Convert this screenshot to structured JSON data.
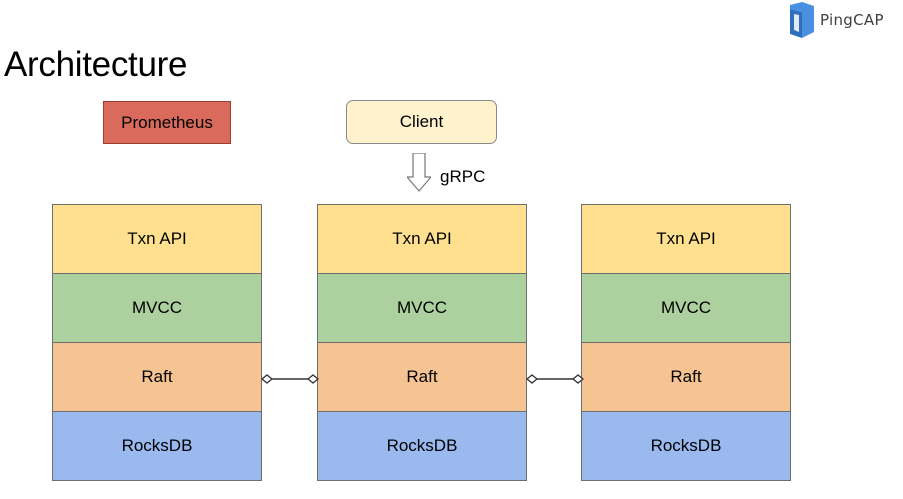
{
  "slide": {
    "title": "Architecture"
  },
  "logo": {
    "text": "PingCAP",
    "icon": "pingcap-logo-icon",
    "color": "#4a90e2"
  },
  "prometheus": {
    "label": "Prometheus",
    "color": "#d96a5c"
  },
  "client": {
    "label": "Client",
    "color": "#fff2cc"
  },
  "grpc": {
    "label": "gRPC"
  },
  "nodes": [
    {
      "layers": [
        "Txn API",
        "MVCC",
        "Raft",
        "RocksDB"
      ]
    },
    {
      "layers": [
        "Txn API",
        "MVCC",
        "Raft",
        "RocksDB"
      ]
    },
    {
      "layers": [
        "Txn API",
        "MVCC",
        "Raft",
        "RocksDB"
      ]
    }
  ],
  "layer_colors": {
    "txn_api": "#ffe08f",
    "mvcc": "#acd19e",
    "raft": "#f6c393",
    "rocksdb": "#9ab9ef"
  }
}
